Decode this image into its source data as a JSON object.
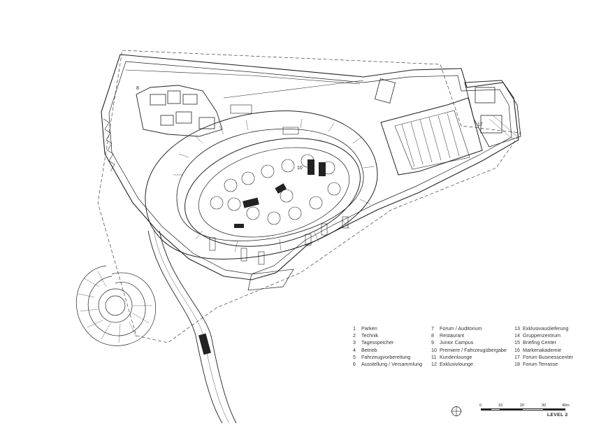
{
  "plan": {
    "room_labels": {
      "r8": "8",
      "r10": "10",
      "r17": "17"
    }
  },
  "legend": {
    "col1": [
      {
        "num": "1",
        "label": "Parken"
      },
      {
        "num": "2",
        "label": "Technik"
      },
      {
        "num": "3",
        "label": "Tagesspeicher"
      },
      {
        "num": "4",
        "label": "Betrieb"
      },
      {
        "num": "5",
        "label": "Fahrzeugvorbereitung"
      },
      {
        "num": "6",
        "label": "Ausstellung / Versammlung"
      }
    ],
    "col2": [
      {
        "num": "7",
        "label": "Forum / Auditorium"
      },
      {
        "num": "8",
        "label": "Restaurant"
      },
      {
        "num": "9",
        "label": "Junior Campus"
      },
      {
        "num": "10",
        "label": "Premiere / Fahrzeugübergabe"
      },
      {
        "num": "11",
        "label": "Kundenlounge"
      },
      {
        "num": "12",
        "label": "Exklusivlounge"
      }
    ],
    "col3": [
      {
        "num": "13",
        "label": "Exklusivauslieferung"
      },
      {
        "num": "14",
        "label": "Gruppenzentrum"
      },
      {
        "num": "15",
        "label": "Briefing Center"
      },
      {
        "num": "16",
        "label": "Markenakademie"
      },
      {
        "num": "17",
        "label": "Forum Businesscenter"
      },
      {
        "num": "18",
        "label": "Forum Terrasse"
      }
    ]
  },
  "scale": {
    "ticks": [
      "0",
      "10",
      "20",
      "30",
      "40m"
    ]
  },
  "level_label": "LEVEL 2"
}
